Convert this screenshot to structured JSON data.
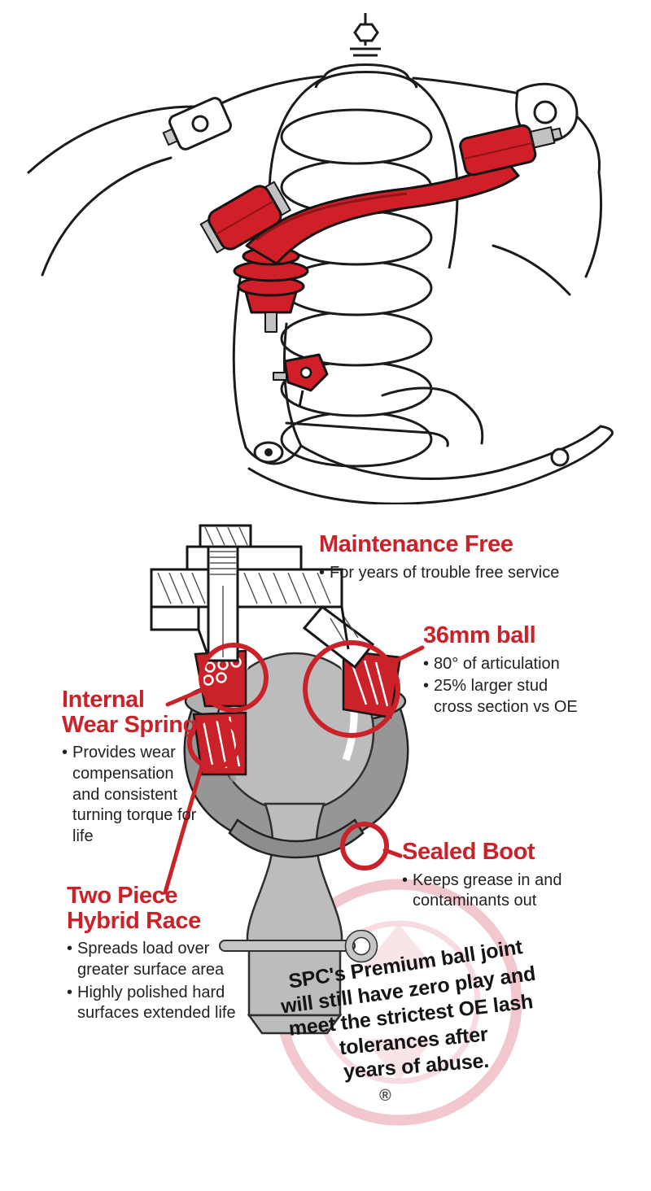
{
  "ui": {
    "bullet": "•"
  },
  "colors": {
    "accent_red": "#cb2128",
    "part_red": "#d01f28",
    "part_gray": "#bcbcbc",
    "boot_gray": "#8d8d8d",
    "watermark_pink": "#f2c7cd"
  },
  "callouts": {
    "maintenance_free": {
      "title": "Maintenance Free",
      "bullets": [
        "For years of trouble free service"
      ]
    },
    "ball_36mm": {
      "title": "36mm ball",
      "bullets": [
        "80° of articulation",
        "25% larger stud cross section vs OE"
      ]
    },
    "internal_wear_spring": {
      "title": "Internal Wear Spring",
      "bullets": [
        "Provides wear compensation and consistent turning torque for life"
      ]
    },
    "sealed_boot": {
      "title": "Sealed Boot",
      "bullets": [
        "Keeps grease in and contaminants out"
      ]
    },
    "two_piece_hybrid_race": {
      "title": "Two Piece Hybrid Race",
      "bullets": [
        "Spreads load over greater surface area",
        "Highly polished hard surfaces extended life"
      ]
    }
  },
  "footer": {
    "lines": [
      "SPC's Premium ball joint",
      "will still have zero play and",
      "meet the strictest OE lash",
      "tolerances after",
      "years of abuse."
    ],
    "registered": "®"
  }
}
